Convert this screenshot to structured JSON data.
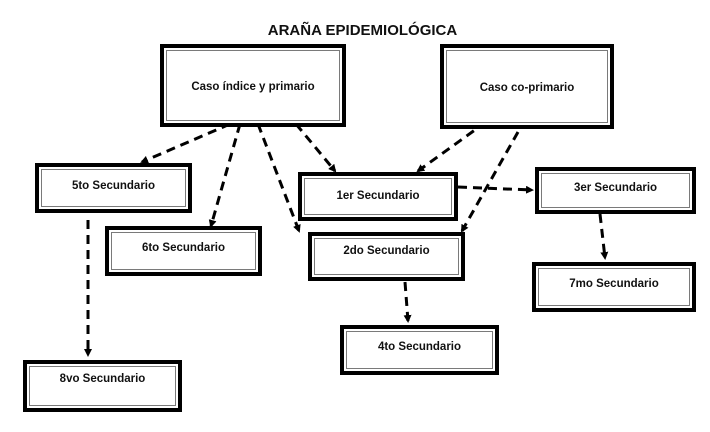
{
  "title": "ARAÑA EPIDEMIOLÓGICA",
  "nodes": {
    "index": "Caso índice y primario",
    "coprimary": "Caso co-primario",
    "s1": "1er Secundario",
    "s2": "2do Secundario",
    "s3": "3er Secundario",
    "s4": "4to Secundario",
    "s5": "5to Secundario",
    "s6": "6to Secundario",
    "s7": "7mo Secundario",
    "s8": "8vo Secundario"
  },
  "edges": [
    [
      "index",
      "s5"
    ],
    [
      "index",
      "s6"
    ],
    [
      "index",
      "s2"
    ],
    [
      "index",
      "s1"
    ],
    [
      "coprimary",
      "s1"
    ],
    [
      "coprimary",
      "s2"
    ],
    [
      "s1",
      "s3"
    ],
    [
      "s3",
      "s7"
    ],
    [
      "s2",
      "s4"
    ],
    [
      "s5",
      "s8"
    ]
  ]
}
